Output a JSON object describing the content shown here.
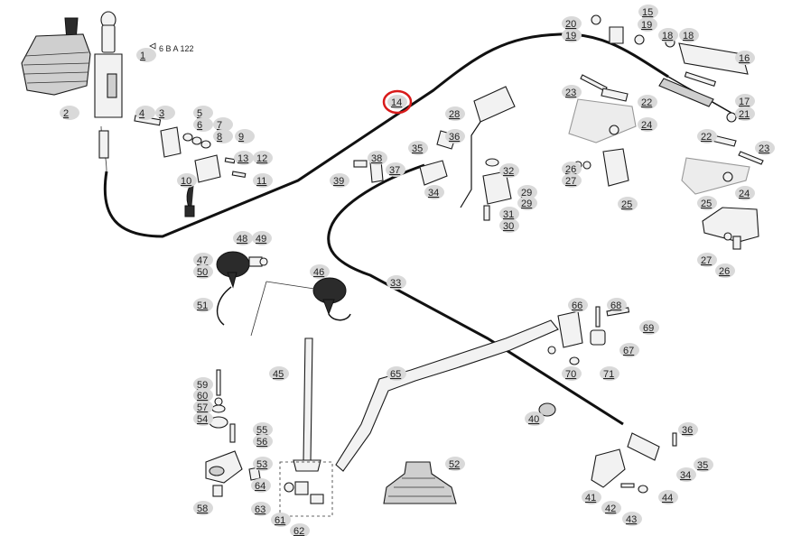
{
  "diagram": {
    "reference_note": "6 B A 122",
    "highlighted_callout": "14",
    "highlight_color": "#d81b1b",
    "callouts": [
      {
        "id": "1"
      },
      {
        "id": "2"
      },
      {
        "id": "3"
      },
      {
        "id": "4"
      },
      {
        "id": "5"
      },
      {
        "id": "6"
      },
      {
        "id": "7"
      },
      {
        "id": "8"
      },
      {
        "id": "9"
      },
      {
        "id": "10"
      },
      {
        "id": "11"
      },
      {
        "id": "12"
      },
      {
        "id": "13"
      },
      {
        "id": "14"
      },
      {
        "id": "15"
      },
      {
        "id": "16"
      },
      {
        "id": "17"
      },
      {
        "id": "18a"
      },
      {
        "id": "18b"
      },
      {
        "id": "19a"
      },
      {
        "id": "19b"
      },
      {
        "id": "20"
      },
      {
        "id": "21"
      },
      {
        "id": "22a"
      },
      {
        "id": "22b"
      },
      {
        "id": "23a"
      },
      {
        "id": "23b"
      },
      {
        "id": "24a"
      },
      {
        "id": "24b"
      },
      {
        "id": "25a"
      },
      {
        "id": "25b"
      },
      {
        "id": "26a"
      },
      {
        "id": "26b"
      },
      {
        "id": "27a"
      },
      {
        "id": "27b"
      },
      {
        "id": "28"
      },
      {
        "id": "29a"
      },
      {
        "id": "29b"
      },
      {
        "id": "30"
      },
      {
        "id": "31"
      },
      {
        "id": "32"
      },
      {
        "id": "33"
      },
      {
        "id": "34a"
      },
      {
        "id": "34b"
      },
      {
        "id": "35a"
      },
      {
        "id": "35b"
      },
      {
        "id": "36a"
      },
      {
        "id": "36b"
      },
      {
        "id": "37"
      },
      {
        "id": "38"
      },
      {
        "id": "39"
      },
      {
        "id": "40"
      },
      {
        "id": "41"
      },
      {
        "id": "42"
      },
      {
        "id": "43"
      },
      {
        "id": "44"
      },
      {
        "id": "45"
      },
      {
        "id": "46"
      },
      {
        "id": "47"
      },
      {
        "id": "48"
      },
      {
        "id": "49"
      },
      {
        "id": "50"
      },
      {
        "id": "51"
      },
      {
        "id": "52"
      },
      {
        "id": "53"
      },
      {
        "id": "54"
      },
      {
        "id": "55"
      },
      {
        "id": "56"
      },
      {
        "id": "57"
      },
      {
        "id": "58"
      },
      {
        "id": "59"
      },
      {
        "id": "60"
      },
      {
        "id": "61"
      },
      {
        "id": "62"
      },
      {
        "id": "63"
      },
      {
        "id": "64"
      },
      {
        "id": "65"
      },
      {
        "id": "66"
      },
      {
        "id": "67"
      },
      {
        "id": "68"
      },
      {
        "id": "69"
      },
      {
        "id": "70"
      },
      {
        "id": "71"
      }
    ],
    "labels": {
      "1": "1",
      "2": "2",
      "3": "3",
      "4": "4",
      "5": "5",
      "6": "6",
      "7": "7",
      "8": "8",
      "9": "9",
      "10": "10",
      "11": "11",
      "12": "12",
      "13": "13",
      "14": "14",
      "15": "15",
      "16": "16",
      "17": "17",
      "18a": "18",
      "18b": "18",
      "19a": "19",
      "19b": "19",
      "20": "20",
      "21": "21",
      "22a": "22",
      "22b": "22",
      "23a": "23",
      "23b": "23",
      "24a": "24",
      "24b": "24",
      "25a": "25",
      "25b": "25",
      "26a": "26",
      "26b": "26",
      "27a": "27",
      "27b": "27",
      "28": "28",
      "29a": "29",
      "29b": "29",
      "30": "30",
      "31": "31",
      "32": "32",
      "33": "33",
      "34a": "34",
      "34b": "34",
      "35a": "35",
      "35b": "35",
      "36a": "36",
      "36b": "36",
      "37": "37",
      "38": "38",
      "39": "39",
      "40": "40",
      "41": "41",
      "42": "42",
      "43": "43",
      "44": "44",
      "45": "45",
      "46": "46",
      "47": "47",
      "48": "48",
      "49": "49",
      "50": "50",
      "51": "51",
      "52": "52",
      "53": "53",
      "54": "54",
      "55": "55",
      "56": "56",
      "57": "57",
      "58": "58",
      "59": "59",
      "60": "60",
      "61": "61",
      "62": "62",
      "63": "63",
      "64": "64",
      "65": "65",
      "66": "66",
      "67": "67",
      "68": "68",
      "69": "69",
      "70": "70",
      "71": "71"
    }
  }
}
